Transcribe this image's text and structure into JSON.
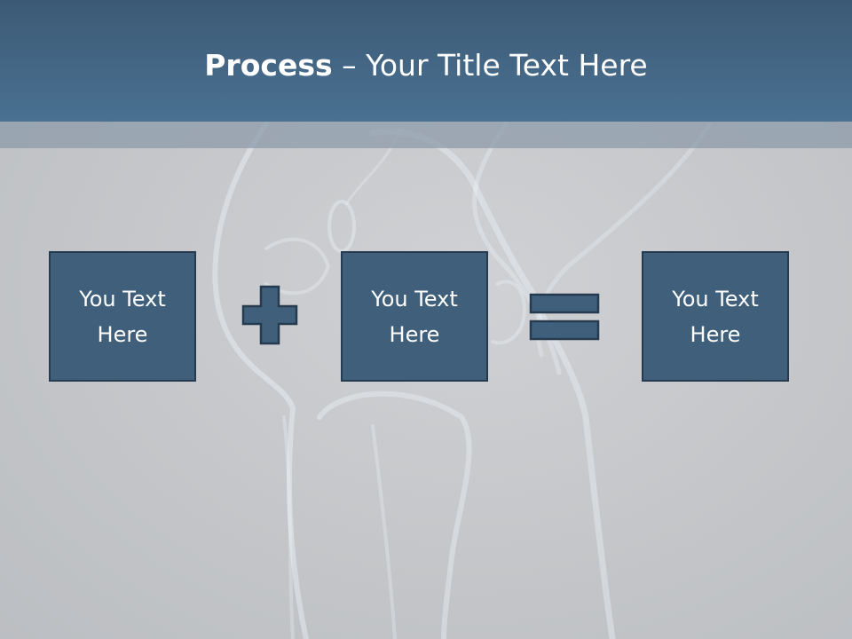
{
  "title": {
    "bold": "Process",
    "rest": " – Your Title Text Here"
  },
  "boxes": [
    {
      "text": "You Text Here"
    },
    {
      "text": "You Text Here"
    },
    {
      "text": "You Text Here"
    }
  ],
  "operators": [
    "plus-icon",
    "equals-icon"
  ],
  "colors": {
    "header": "#45698a",
    "box_fill": "#3f5f7a",
    "box_border": "#263b4f",
    "background": "#c4c6c9"
  }
}
